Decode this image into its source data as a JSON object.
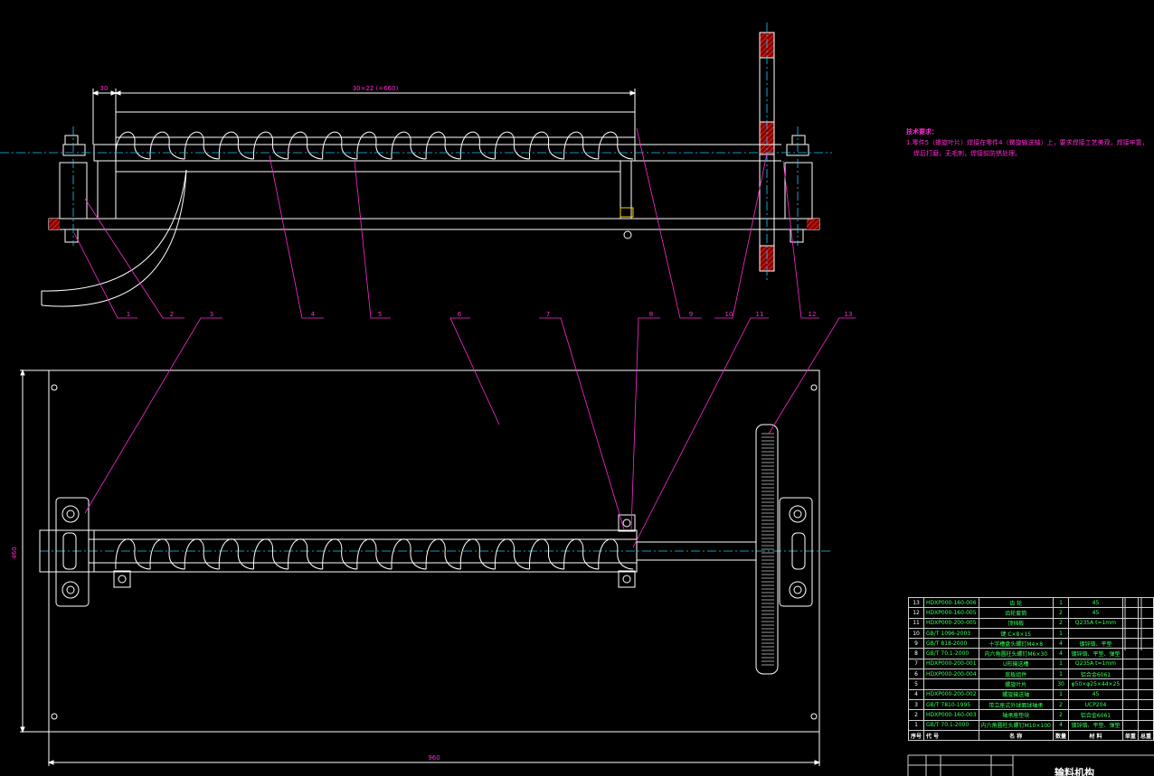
{
  "dimensions": {
    "left_offset": "30",
    "pitch_span": "30×22 (=660)",
    "height": "460",
    "width": "960"
  },
  "callouts": [
    "1",
    "2",
    "3",
    "4",
    "5",
    "6",
    "7",
    "8",
    "9",
    "10",
    "11",
    "12",
    "13"
  ],
  "tech_requirements": {
    "title": "技术要求：",
    "lines": [
      "1.零件5（螺旋叶片）焊接在零件4（螺旋输送轴）上，要求焊接工艺美观，焊接牢靠，",
      "焊后打磨，无毛刺，焊接前防锈处理。"
    ]
  },
  "bom": {
    "rows": [
      [
        "13",
        "HDXP000-160-006",
        "齿  轮",
        "1",
        "45",
        "",
        ""
      ],
      [
        "12",
        "HDXP000-160-005",
        "齿轮套筒",
        "2",
        "45",
        "",
        ""
      ],
      [
        "11",
        "HDXP000-200-005",
        "顶挡板",
        "2",
        "Q235A t=1mm",
        "",
        ""
      ],
      [
        "10",
        "GB/T 1096-2003",
        "键 C×8×15",
        "1",
        "",
        "",
        ""
      ],
      [
        "9",
        "GB/T 818-2000",
        "十字槽盘头螺钉M4×8",
        "4",
        "镀锌铬、平垫",
        "",
        ""
      ],
      [
        "8",
        "GB/T 70.1-2000",
        "内六角圆柱头螺钉M6×30",
        "4",
        "镀锌铬、平垫、弹垫",
        "",
        ""
      ],
      [
        "7",
        "HDXP000-200-001",
        "U形输送槽",
        "1",
        "Q235A t=1mm",
        "",
        ""
      ],
      [
        "6",
        "HDXP000-200-004",
        "底板组件",
        "1",
        "铝合金6061",
        "",
        ""
      ],
      [
        "5",
        "",
        "螺旋叶片",
        "30",
        "φ50×φ25×44×25",
        "",
        ""
      ],
      [
        "4",
        "HDXP000-200-002",
        "螺旋输送轴",
        "1",
        "45",
        "",
        ""
      ],
      [
        "3",
        "GB/T 7810-1995",
        "带立座式外球面球轴承",
        "2",
        "UCP204",
        "",
        ""
      ],
      [
        "2",
        "HDXP000-160-003",
        "轴承座垫块",
        "2",
        "铝合金6061",
        "",
        ""
      ],
      [
        "1",
        "GB/T 70.1-2000",
        "内六角圆柱头螺钉M10×100",
        "4",
        "镀锌铬、平垫、弹垫",
        "",
        ""
      ]
    ],
    "header": [
      "序号",
      "代  号",
      "名    称",
      "数量",
      "材    料",
      "单重",
      "总重"
    ],
    "title_block": "输料机构"
  },
  "colors": {
    "background": "#000000",
    "outline": "#ffffff",
    "leader": "#ff2ad4",
    "centerline": "#23c6ff",
    "section": "#b00000",
    "bom_text": "#37ff5a"
  }
}
